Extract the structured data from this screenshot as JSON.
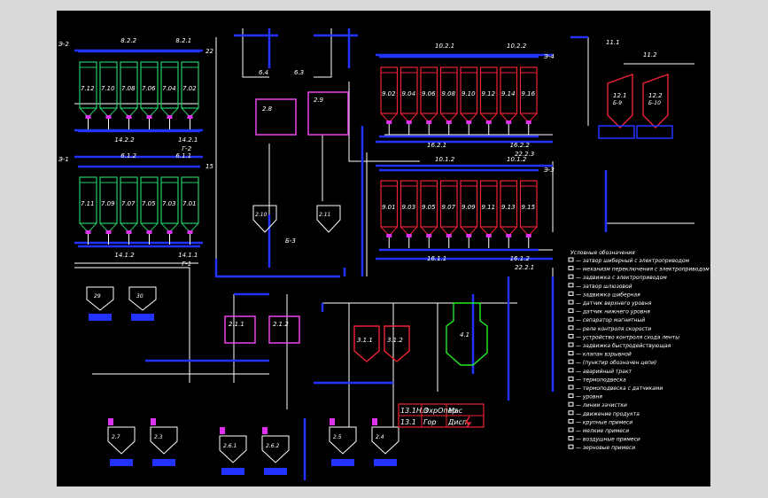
{
  "frame": {
    "background": "#000000",
    "page": "#d9d9d9"
  },
  "colors": {
    "line": "#ffffff",
    "conveyor": "#2233ff",
    "bin_green": "#22cc66",
    "bin_red": "#ee2233",
    "dryer": "#ee44ee",
    "silo_red": "#ee2233",
    "cyclone": "#22ee22",
    "magenta": "#dd33ee"
  },
  "sections": {
    "top_left": {
      "label_top": "8.2.2",
      "label_top2": "8.2.1",
      "bins": [
        "7.12",
        "7.10",
        "7.08",
        "7.06",
        "7.04",
        "7.02"
      ],
      "bottom": "14.2.2",
      "bottom2": "14.2.1",
      "tag_left": "Э-2",
      "tag_bottom": "Г-2",
      "tag_right": "22"
    },
    "mid_left": {
      "label_top": "6.1.2",
      "label_top2": "6.1.1",
      "bins": [
        "7.11",
        "7.09",
        "7.07",
        "7.05",
        "7.03",
        "7.01"
      ],
      "bottom": "14.1.2",
      "bottom2": "14.1.1",
      "tag_left": "Э-1",
      "tag_bottom": "Г-1",
      "tag_right": "15"
    },
    "top_right": {
      "label_top": "10.2.1",
      "label_top2": "10.2.2",
      "bins": [
        "9.02",
        "9.04",
        "9.06",
        "9.08",
        "9.10",
        "9.12",
        "9.14",
        "9.16"
      ],
      "bottom": "16.2.1",
      "bottom2": "16.2.2",
      "tag_right": "Э-4",
      "tag_bottom": "22.2.3"
    },
    "mid_right": {
      "label_top": "10.1.2",
      "label_top2": "10.1.2",
      "bins": [
        "9.01",
        "9.03",
        "9.05",
        "9.07",
        "9.09",
        "9.11",
        "9.13",
        "9.15"
      ],
      "bottom": "16.1.1",
      "bottom2": "16.1.2",
      "tag_right": "Э-3",
      "tag_bottom": "22.2.1"
    },
    "silos": {
      "top": "11.1",
      "top2": "11.2",
      "a": "12.1",
      "b": "12.2",
      "a_sub": "Б-9",
      "b_sub": "Б-10"
    },
    "center": {
      "dryer_a": "2.8",
      "dryer_b": "2.9",
      "hoppers": [
        "2.10",
        "2.11"
      ],
      "label_b": "Б-3",
      "feed_a": "6.4",
      "feed_b": "6.3"
    },
    "bottom": {
      "dryer_a": "2.1.1",
      "dryer_b": "2.1.2",
      "red_tanks": [
        "3.1.1",
        "3.1.2"
      ],
      "cyclone": "4.1",
      "hoppers_left": [
        "2.7",
        "2.3"
      ],
      "hoppers_mid": [
        "2.6.1",
        "2.6.2"
      ],
      "hoppers_right": [
        "2.5",
        "2.4"
      ],
      "silo_small": [
        "29",
        "30"
      ]
    }
  },
  "legend": {
    "title": "Условные обозначения",
    "items": [
      "— затвор шиберный с электроприводом",
      "— механизм переключения с электроприводом",
      "— задвижка с электроприводом",
      "— затвор шлюзовой",
      "— задвижка шиберная",
      "— датчик верхнего уровня",
      "— датчик нижнего уровня",
      "— сепаратор магнитный",
      "— реле контроля скорости",
      "— устройство контроля схода ленты",
      "— задвижка быстродействующая",
      "— клапан взрывной",
      "— (пунктир обозначен цепи)",
      "— аварийный тракт",
      "— термоподвеска",
      "— термоподвеска с датчиками",
      "— уровня",
      "— линии зачистки",
      "— движение продукта",
      "— крупные примеси",
      "— мелкие примеси",
      "— воздушные примеси",
      "— зерновые примеси"
    ]
  },
  "title_block": {
    "row1": [
      "13.1Н.3",
      "ОхрОпер",
      "Мас"
    ],
    "row2": [
      "13.1",
      "Гор",
      "Дисп."
    ]
  }
}
